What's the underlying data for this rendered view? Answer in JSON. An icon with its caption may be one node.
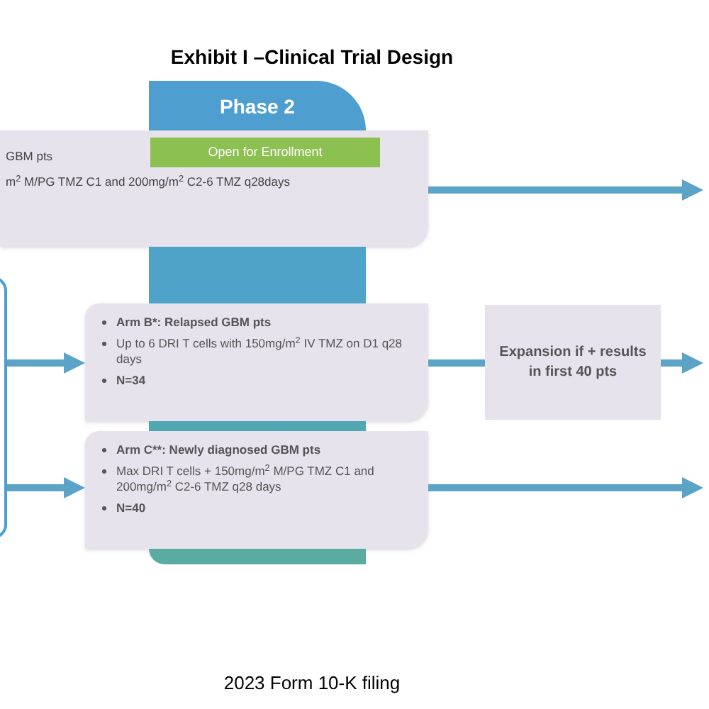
{
  "diagram": {
    "title": "Exhibit I –Clinical Trial Design",
    "nodes": [
      {
        "text": [
          "Phase 2"
        ]
      },
      {
        "text": [
          "GBM pts",
          "m$^{2}$ M/PG TMZ C1 and 200mg/m$^{2}$ C2-6 TMZ q28days"
        ]
      },
      {
        "text": [
          "Open for Enrollment"
        ],
        "in": 1
      },
      {
        "text": [],
        "shape": "box"
      },
      {
        "text": [
          "Arm B*: Relapsed GBM pts",
          "Up to 6 DRI T cells with 150mg/m$^{2}$ IV TMZ on D1 q28 days",
          "N=34"
        ]
      },
      {
        "text": [
          "Expansion if + results in first 40 pts"
        ]
      },
      {
        "text": [
          "Arm C**: Newly diagnosed GBM pts",
          "Max DRI T cells + 150mg/m$^{2}$ M/PG TMZ C1 and 200mg/m$^{2}$ C2-6 TMZ q28 days",
          "N=40"
        ]
      },
      {
        "text": [],
        "shape": "bar"
      },
      {
        "text": [],
        "shape": "bar"
      },
      {
        "text": [],
        "shape": "bar"
      }
    ],
    "edges": [
      {
        "from": 1,
        "to": null,
        "arrow": "to"
      },
      {
        "from": 3,
        "to": 4,
        "arrow": "to"
      },
      {
        "from": 4,
        "to": 5,
        "arrow": "none"
      },
      {
        "from": 5,
        "to": null,
        "arrow": "to"
      },
      {
        "from": 3,
        "to": 6,
        "arrow": "to"
      },
      {
        "from": 6,
        "to": null,
        "arrow": "to"
      }
    ],
    "labels": [
      "2023 Form 10-K filing"
    ]
  }
}
